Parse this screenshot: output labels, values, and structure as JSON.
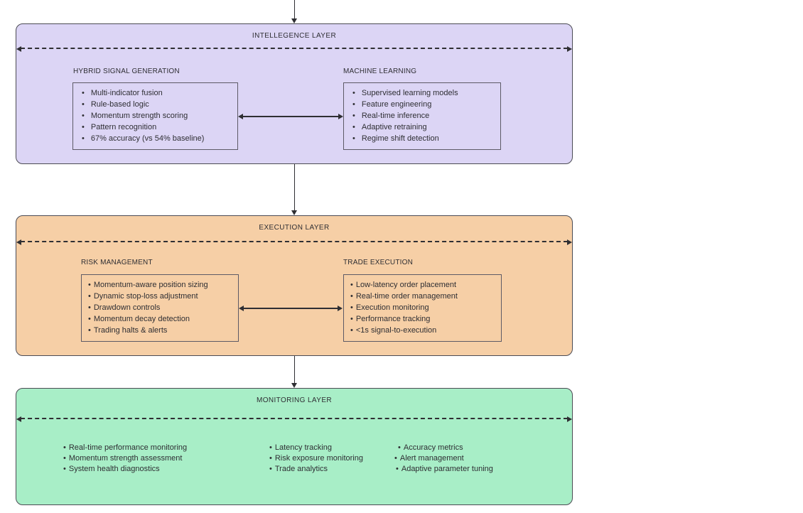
{
  "bullet": "•",
  "colors": {
    "intelligence_fill": "#dcd5f5",
    "execution_fill": "#f6cfa6",
    "monitoring_fill": "#a8eec7",
    "arrow": "#2f2f33",
    "text": "#2e2e33"
  },
  "layers": {
    "intelligence": {
      "title": "INTELLEGENCE LAYER",
      "sections": [
        {
          "label": "HYBRID SIGNAL GENERATION",
          "items": [
            "Multi-indicator fusion",
            "Rule-based logic",
            "Momentum strength scoring",
            "Pattern recognition",
            "67% accuracy (vs 54% baseline)"
          ]
        },
        {
          "label": "MACHINE LEARNING",
          "items": [
            "Supervised learning models",
            "Feature engineering",
            "Real-time inference",
            "Adaptive retraining",
            "Regime shift detection"
          ]
        }
      ]
    },
    "execution": {
      "title": "EXECUTION LAYER",
      "sections": [
        {
          "label": "RISK MANAGEMENT",
          "items": [
            "Momentum-aware position sizing",
            "Dynamic stop-loss adjustment",
            "Drawdown controls",
            "Momentum decay detection",
            "Trading halts & alerts"
          ]
        },
        {
          "label": "TRADE EXECUTION",
          "items": [
            "Low-latency order placement",
            "Real-time order management",
            "Execution monitoring",
            "Performance tracking",
            "<1s signal-to-execution"
          ]
        }
      ]
    },
    "monitoring": {
      "title": "MONITORING LAYER",
      "columns": [
        [
          "Real-time performance monitoring",
          "Momentum strength assessment",
          "System health diagnostics"
        ],
        [
          "Latency tracking",
          "Risk exposure monitoring",
          "Trade analytics"
        ],
        [
          "Accuracy metrics",
          "Alert management",
          "Adaptive parameter tuning"
        ]
      ]
    }
  }
}
